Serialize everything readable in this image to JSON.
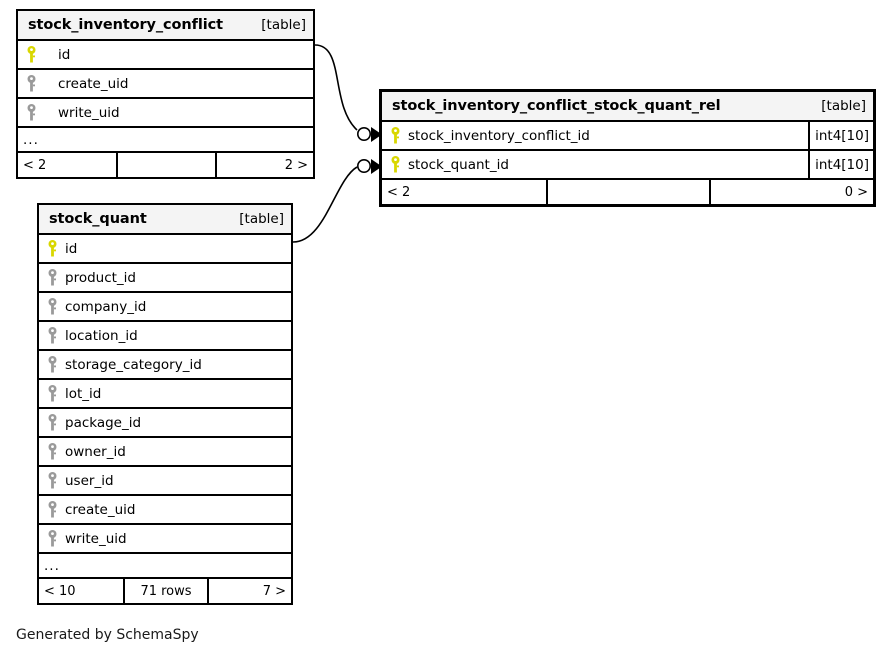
{
  "diagram": {
    "generator_caption": "Generated by SchemaSpy",
    "type_tag": "[table]",
    "ellipsis": "...",
    "colors": {
      "primary_key": "#d9d700",
      "foreign_key": "#9a9a9a",
      "border": "#000000",
      "header_bg": "#f4f4f4",
      "background": "#ffffff"
    }
  },
  "tables": [
    {
      "id": "stock_inventory_conflict",
      "name": "stock_inventory_conflict",
      "tag": "[table]",
      "focused": false,
      "columns": [
        {
          "name": "id",
          "key": "primary",
          "type": ""
        },
        {
          "name": "create_uid",
          "key": "foreign",
          "type": ""
        },
        {
          "name": "write_uid",
          "key": "foreign",
          "type": ""
        }
      ],
      "has_ellipsis": true,
      "footer": {
        "left": "< 2",
        "center": "",
        "right": "2 >"
      }
    },
    {
      "id": "stock_inventory_conflict_stock_quant_rel",
      "name": "stock_inventory_conflict_stock_quant_rel",
      "tag": "[table]",
      "focused": true,
      "columns": [
        {
          "name": "stock_inventory_conflict_id",
          "key": "primary",
          "type": "int4[10]"
        },
        {
          "name": "stock_quant_id",
          "key": "primary",
          "type": "int4[10]"
        }
      ],
      "has_ellipsis": false,
      "footer": {
        "left": "< 2",
        "center": "",
        "right": "0 >"
      }
    },
    {
      "id": "stock_quant",
      "name": "stock_quant",
      "tag": "[table]",
      "focused": false,
      "columns": [
        {
          "name": "id",
          "key": "primary",
          "type": ""
        },
        {
          "name": "product_id",
          "key": "foreign",
          "type": ""
        },
        {
          "name": "company_id",
          "key": "foreign",
          "type": ""
        },
        {
          "name": "location_id",
          "key": "foreign",
          "type": ""
        },
        {
          "name": "storage_category_id",
          "key": "foreign",
          "type": ""
        },
        {
          "name": "lot_id",
          "key": "foreign",
          "type": ""
        },
        {
          "name": "package_id",
          "key": "foreign",
          "type": ""
        },
        {
          "name": "owner_id",
          "key": "foreign",
          "type": ""
        },
        {
          "name": "user_id",
          "key": "foreign",
          "type": ""
        },
        {
          "name": "create_uid",
          "key": "foreign",
          "type": ""
        },
        {
          "name": "write_uid",
          "key": "foreign",
          "type": ""
        }
      ],
      "has_ellipsis": true,
      "footer": {
        "left": "< 10",
        "center": "71 rows",
        "right": "7 >"
      }
    }
  ],
  "relationships": [
    {
      "id": "rel-conflict-to-rel",
      "from_table": "stock_inventory_conflict",
      "from_column": "id",
      "to_table": "stock_inventory_conflict_stock_quant_rel",
      "to_column": "stock_inventory_conflict_id"
    },
    {
      "id": "rel-quant-to-rel",
      "from_table": "stock_quant",
      "from_column": "id",
      "to_table": "stock_inventory_conflict_stock_quant_rel",
      "to_column": "stock_quant_id"
    }
  ]
}
